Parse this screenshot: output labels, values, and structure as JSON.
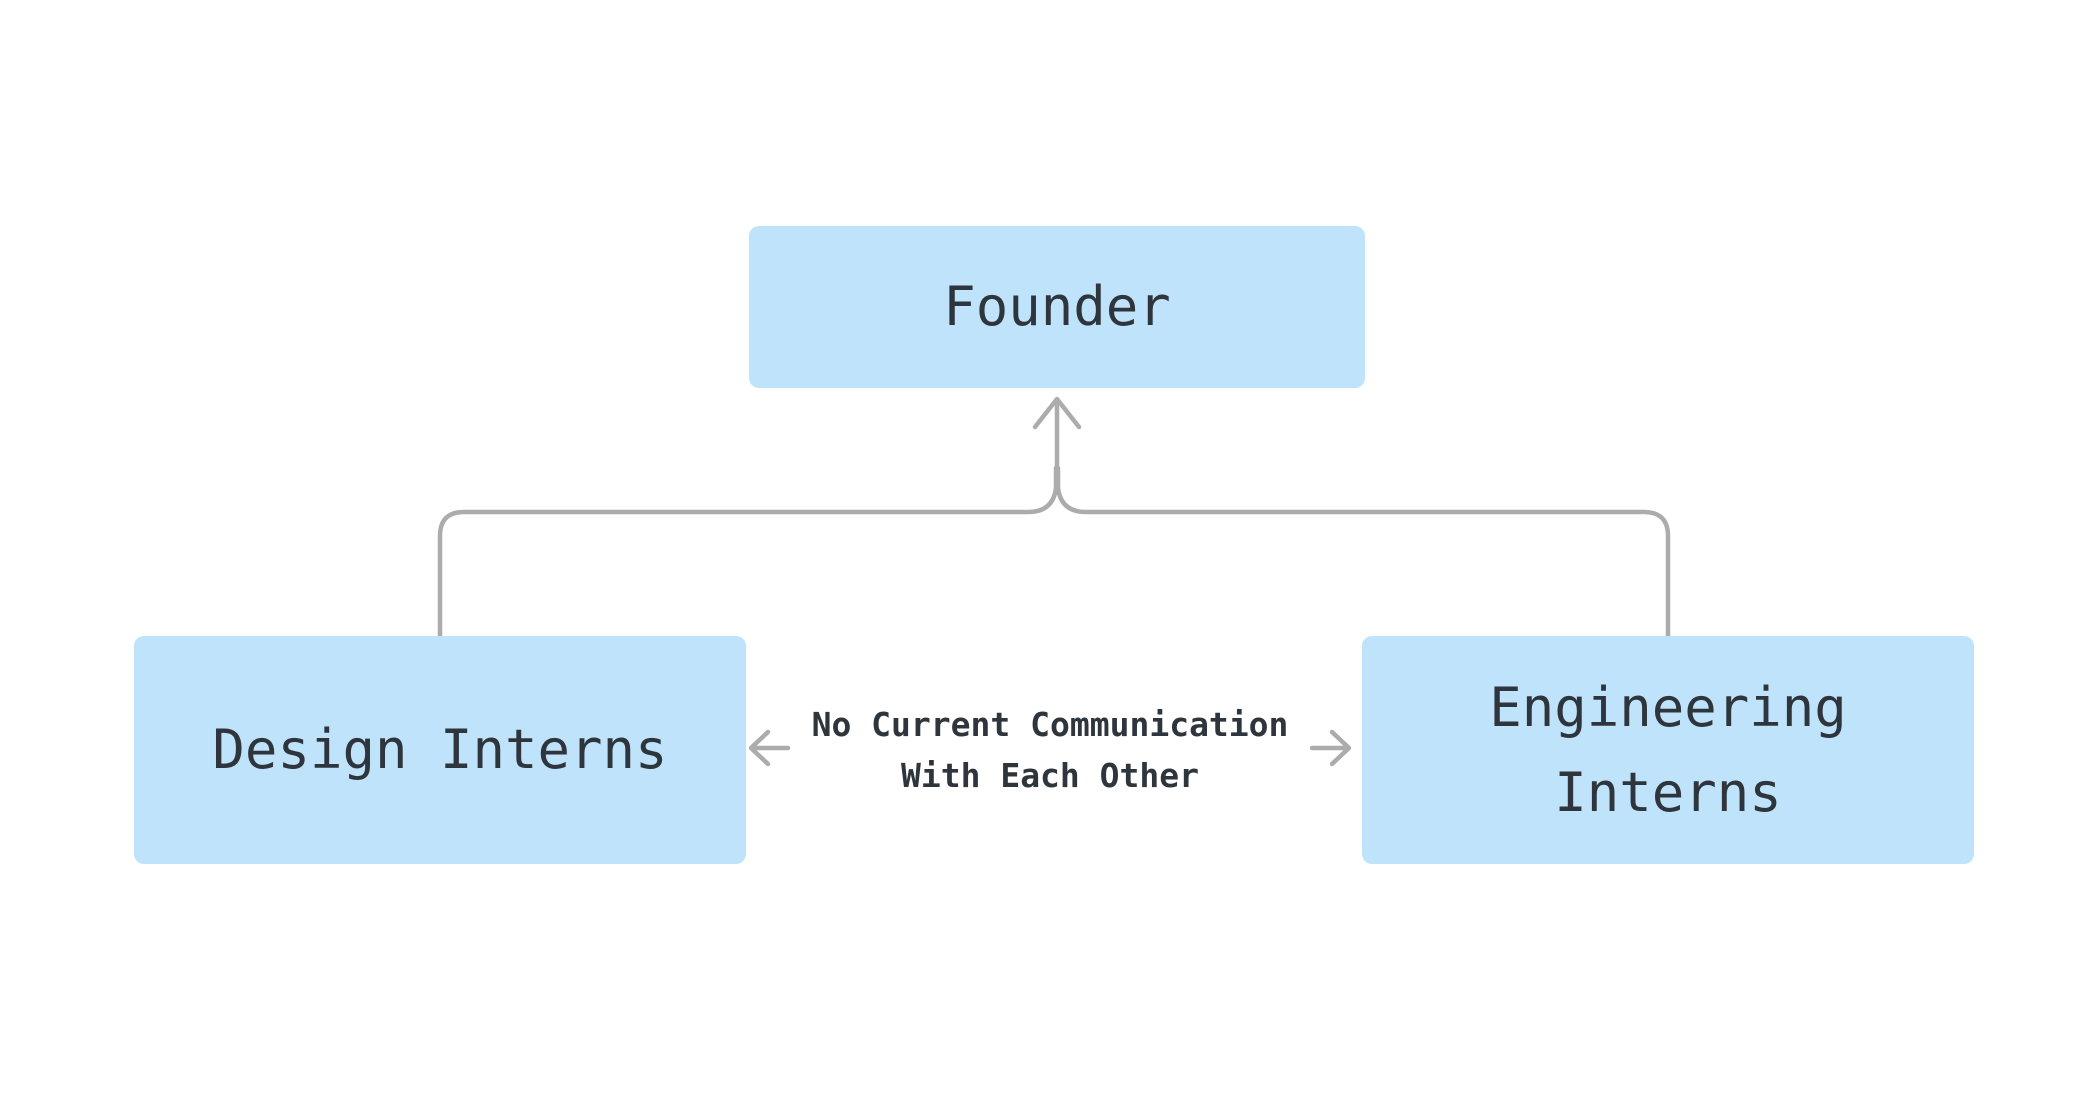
{
  "diagram": {
    "type": "org-chart",
    "background_color": "#ffffff",
    "colors": {
      "node_fill": "#bee3fa",
      "node_text": "#2e353c",
      "connector": "#acacac"
    },
    "nodes": {
      "founder": {
        "label": "Founder"
      },
      "design_interns": {
        "label": "Design Interns"
      },
      "engineering_interns": {
        "label": "Engineering Interns"
      }
    },
    "edges": {
      "reporting": {
        "from": [
          "design_interns",
          "engineering_interns"
        ],
        "to": "founder",
        "style": "curved elbow, merged stem",
        "arrowhead": "up",
        "color": "#acacac"
      },
      "no_communication": {
        "between": [
          "design_interns",
          "engineering_interns"
        ],
        "label_line1": "No Current Communication",
        "label_line2": "With Each Other",
        "left_icon": "arrow-left",
        "right_icon": "arrow-right",
        "icon_glyphs": {
          "arrow_left": "←",
          "arrow_right": "→",
          "arrow_up": "↑"
        },
        "color": "#acacac"
      }
    }
  }
}
